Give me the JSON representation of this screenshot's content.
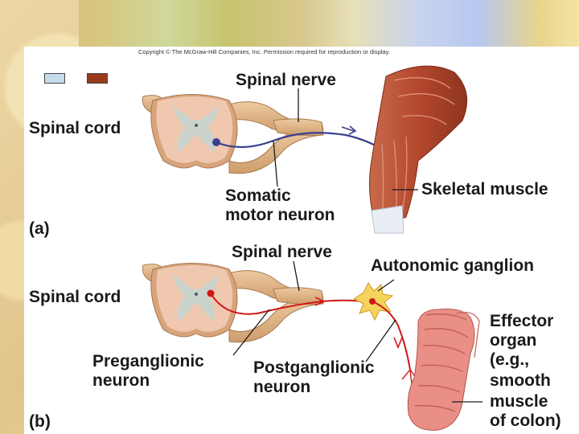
{
  "copyright": "Copyright © The McGraw-Hill Companies, Inc. Permission required for reproduction or display.",
  "legend": {
    "box1_color": "#c6dcea",
    "box2_color": "#9a3a1c"
  },
  "panel_a": {
    "letter": "(a)",
    "spinal_nerve": "Spinal nerve",
    "spinal_cord": "Spinal cord",
    "neuron_line1": "Somatic",
    "neuron_line2": "motor neuron",
    "muscle": "Skeletal muscle"
  },
  "panel_b": {
    "letter": "(b)",
    "spinal_nerve": "Spinal nerve",
    "ganglion": "Autonomic ganglion",
    "spinal_cord": "Spinal cord",
    "pre_line1": "Preganglionic",
    "pre_line2": "neuron",
    "post_line1": "Postganglionic",
    "post_line2": "neuron",
    "effector_line1": "Effector",
    "effector_line2": "organ",
    "effector_line3": "(e.g.,",
    "effector_line4": "smooth",
    "effector_line5": "muscle",
    "effector_line6": "of colon)"
  },
  "colors": {
    "somatic": "#3a3f8f",
    "autonomic": "#d01818",
    "cord": "#f0c8b0",
    "gray_matter": "#c9d3cc",
    "nerve": "#e2b789",
    "muscle": "#b44a30"
  }
}
